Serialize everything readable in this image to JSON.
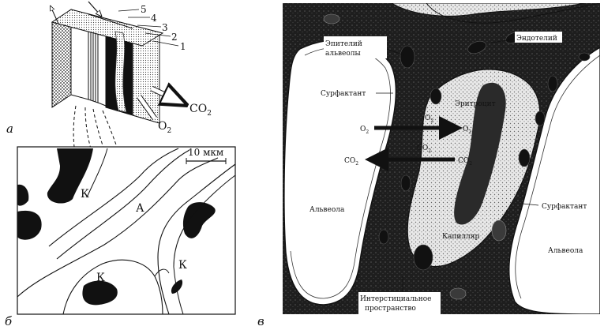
{
  "panel_a": {
    "letter": "а",
    "layers": [
      "5",
      "4",
      "3",
      "2",
      "1"
    ],
    "gas_o2": "O",
    "gas_o2_sub": "2",
    "gas_co2": "CO",
    "gas_co2_sub": "2"
  },
  "panel_b": {
    "letter": "б",
    "scale": "10 мкм",
    "label_k1": "К",
    "label_a": "А",
    "label_k2": "К",
    "label_k3": "К"
  },
  "panel_v": {
    "letter": "в",
    "epithelium": "Эпителий",
    "epithelium_2": "альвеолы",
    "endothelium": "Эндотелий",
    "surfactant_left": "Сурфактант",
    "erythrocyte": "Эритроцит",
    "o2_left": "O",
    "o2_right": "O",
    "o2_top": "O",
    "co2_mid": "CO",
    "co2_left": "CO",
    "co2_right": "CO",
    "sub2": "2",
    "alveola_left": "Альвеола",
    "capillary": "Капилляр",
    "surfactant_right": "Сурфактант",
    "alveola_right": "Альвеола",
    "interstitial_1": "Интерстициальное",
    "interstitial_2": "пространство"
  },
  "colors": {
    "ink": "#111111",
    "paper": "#ffffff",
    "tissue": "#1a1a1a"
  }
}
